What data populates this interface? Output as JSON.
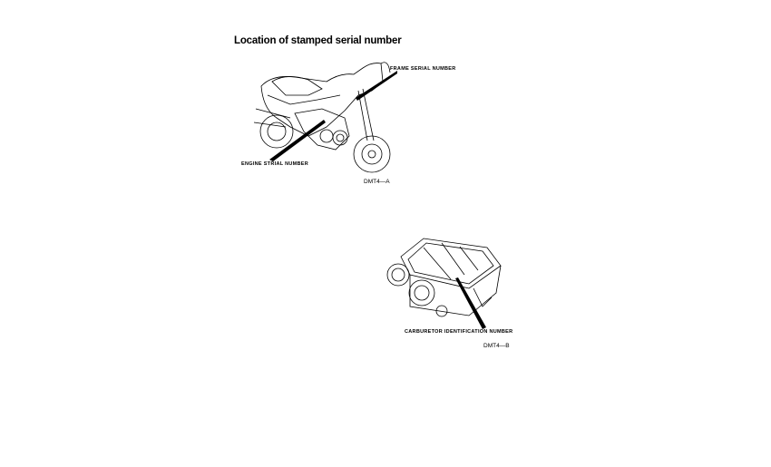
{
  "page": {
    "title": "Location of stamped serial number"
  },
  "figure_a": {
    "frame_label": "FRAME SERIAL NUMBER",
    "engine_label": "ENGINE STRIAL NUMBER",
    "code": "DMT4—A"
  },
  "figure_b": {
    "carburetor_label": "CARBURETOR IDENTIFICATION NUMBER",
    "code": "DMT4—B"
  }
}
